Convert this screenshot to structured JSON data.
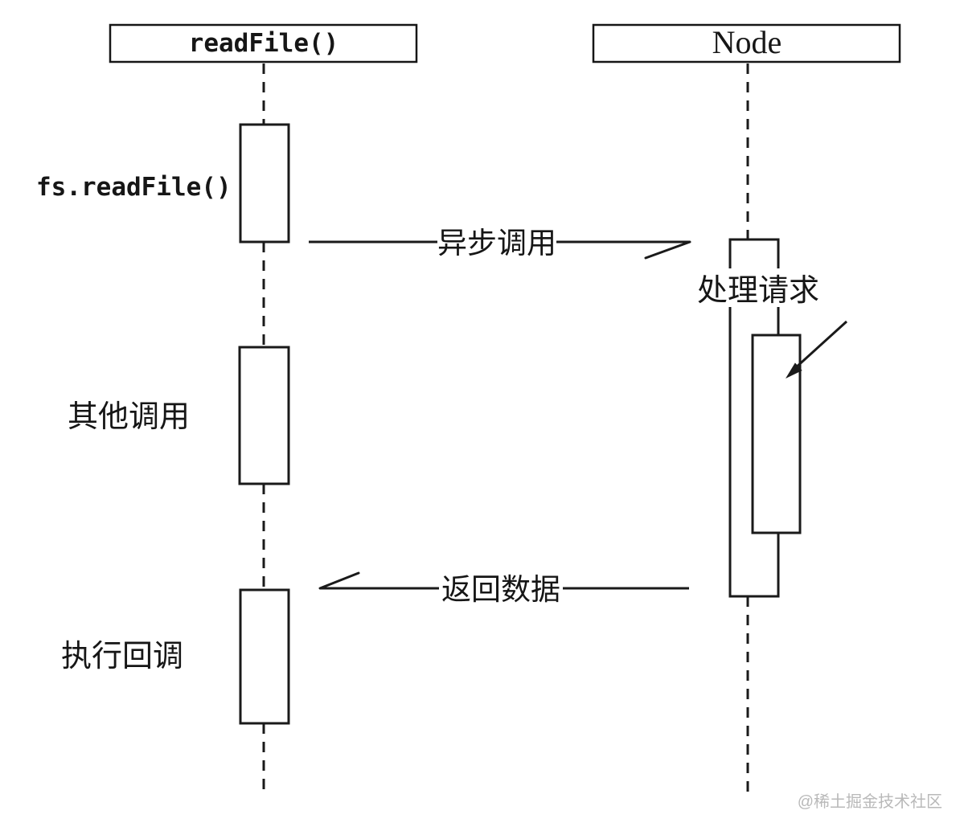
{
  "diagram": {
    "participants": [
      {
        "label": "readFile()"
      },
      {
        "label": "Node"
      }
    ],
    "annotations": {
      "fs_readfile": "fs.readFile()",
      "other_calls": "其他调用",
      "exec_callback": "执行回调",
      "handle_request": "处理请求"
    },
    "messages": {
      "async_call": "异步调用",
      "return_data": "返回数据"
    },
    "watermark": "@稀土掘金技术社区",
    "colors": {
      "line": "#1a1a1a",
      "background": "#ffffff",
      "watermark": "#b9b9b9"
    }
  }
}
